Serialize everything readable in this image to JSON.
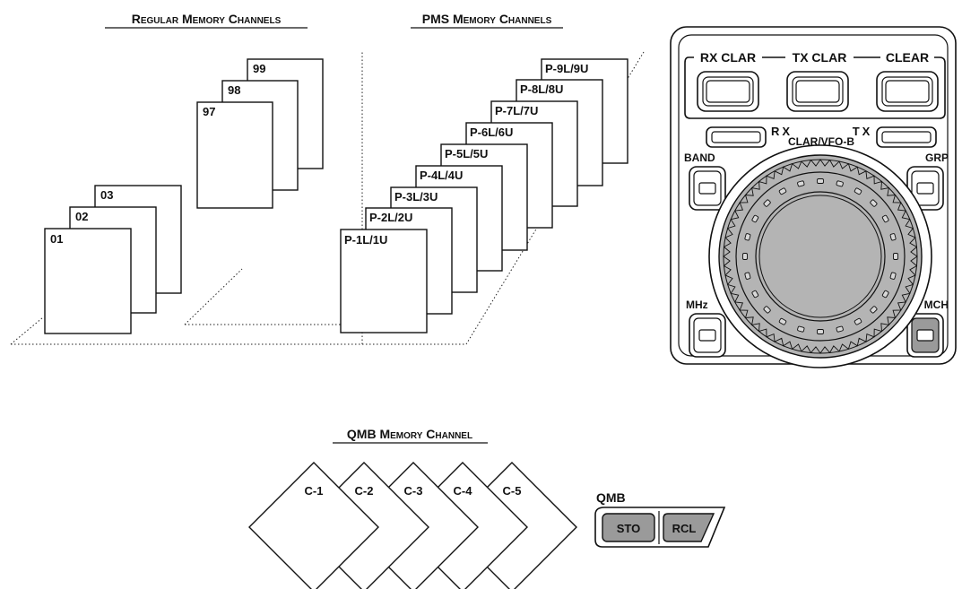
{
  "regular": {
    "title": "Regular Memory Channels",
    "channels": [
      "01",
      "02",
      "03",
      "97",
      "98",
      "99"
    ]
  },
  "pms": {
    "title": "PMS Memory Channels",
    "channels": [
      "P-1L/1U",
      "P-2L/2U",
      "P-3L/3U",
      "P-4L/4U",
      "P-5L/5U",
      "P-6L/6U",
      "P-7L/7U",
      "P-8L/8U",
      "P-9L/9U"
    ]
  },
  "panel": {
    "rx_clar": "RX CLAR",
    "tx_clar": "TX CLAR",
    "clear": "CLEAR",
    "rx": "RX",
    "tx": "TX",
    "clar_vfo_b": "CLAR/VFO-B",
    "band": "BAND",
    "grp": "GRP",
    "mhz": "MHz",
    "mch": "MCH"
  },
  "qmb": {
    "title": "QMB Memory Channel",
    "channels": [
      "C-1",
      "C-2",
      "C-3",
      "C-4",
      "C-5"
    ],
    "label": "QMB",
    "sto": "STO",
    "rcl": "RCL"
  },
  "colors": {
    "ink": "#111111",
    "knob_gray": "#b4b4b4",
    "button_gray": "#9a9a9a"
  }
}
